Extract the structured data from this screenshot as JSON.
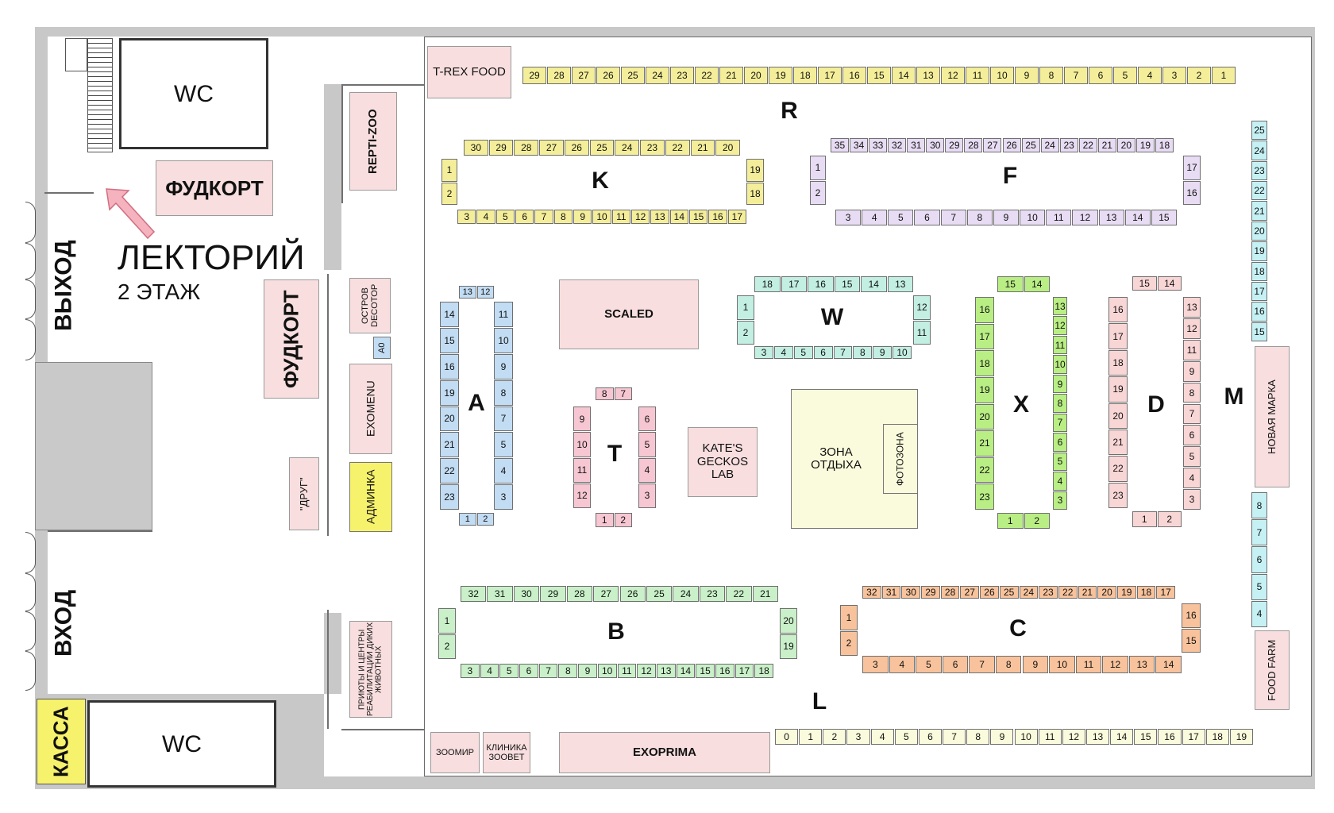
{
  "colors": {
    "wall": "#c8c8c8",
    "booth": "#f8dede",
    "yellow": "#f4ee9a",
    "lavender": "#e7dcf3",
    "blue": "#c2dcf3",
    "pink": "#f6c7d2",
    "teal": "#c3efe3",
    "green": "#b9ee84",
    "salmon": "#f9d6d6",
    "mint": "#c9f0c8",
    "orange": "#f8c39c",
    "cream": "#fafadc",
    "cyan": "#c6f1f4",
    "rest_zone": "#fafadc",
    "admin": "#f7f26b"
  },
  "labels": {
    "wc_top": "WC",
    "wc_bottom": "WC",
    "foodcourt_top": "ФУДКОРТ",
    "foodcourt_side": "ФУДКОРТ",
    "lecture": "ЛЕКТОРИЙ",
    "lecture_floor": "2 ЭТАЖ",
    "exit": "ВЫХОД",
    "entrance": "ВХОД",
    "kassa": "КАССА",
    "trex": "T-REX FOOD",
    "reptizoo": "REPTI-ZOO",
    "ostrov": "ОСТРОВ DECOTOP",
    "a0": "A0",
    "exomenu": "EXOMENU",
    "drug": "\"ДРУГ\"",
    "adminka": "АДМИНКА",
    "shelters": "ПРИЮТЫ И ЦЕНТРЫ РЕАБИЛИТАЦИИ ДИКИХ ЖИВОТНЫХ",
    "scaled": "SCALED",
    "kates": "KATE'S GECKOS LAB",
    "rest_zone": "ЗОНА ОТДЫХА",
    "photo_zone": "ФОТОЗОНА",
    "exoprima": "EXOPRIMA",
    "zoomir": "ЗООМИР",
    "klinika": "КЛИНИКА ЗООВЕТ",
    "nova_marka": "НОВАЯ МАРКА",
    "food_farm": "FOOD FARM"
  },
  "zones": {
    "R": "R",
    "K": "K",
    "F": "F",
    "A": "A",
    "T": "T",
    "W": "W",
    "X": "X",
    "D": "D",
    "M": "M",
    "B": "B",
    "C": "C",
    "L": "L"
  },
  "stalls": {
    "R": [
      "29",
      "28",
      "27",
      "26",
      "25",
      "24",
      "23",
      "22",
      "21",
      "20",
      "19",
      "18",
      "17",
      "16",
      "15",
      "14",
      "13",
      "12",
      "11",
      "10",
      "9",
      "8",
      "7",
      "6",
      "5",
      "4",
      "3",
      "2",
      "1"
    ],
    "K_top": [
      "30",
      "29",
      "28",
      "27",
      "26",
      "25",
      "24",
      "23",
      "22",
      "21",
      "20"
    ],
    "K_left": [
      "1",
      "2"
    ],
    "K_right": [
      "19",
      "18"
    ],
    "K_bottom": [
      "3",
      "4",
      "5",
      "6",
      "7",
      "8",
      "9",
      "10",
      "11",
      "12",
      "13",
      "14",
      "15",
      "16",
      "17"
    ],
    "F_top": [
      "35",
      "34",
      "33",
      "32",
      "31",
      "30",
      "29",
      "28",
      "27",
      "26",
      "25",
      "24",
      "23",
      "22",
      "21",
      "20",
      "19",
      "18"
    ],
    "F_left": [
      "1",
      "2"
    ],
    "F_right": [
      "17",
      "16"
    ],
    "F_bottom": [
      "3",
      "4",
      "5",
      "6",
      "7",
      "8",
      "9",
      "10",
      "11",
      "12",
      "13",
      "14",
      "15"
    ],
    "A_top": [
      "13",
      "12"
    ],
    "A_left": [
      "14",
      "15",
      "16",
      "19",
      "20",
      "21",
      "22",
      "23"
    ],
    "A_right": [
      "11",
      "10",
      "9",
      "8",
      "7",
      "5",
      "4",
      "3"
    ],
    "A_bottom": [
      "1",
      "2"
    ],
    "T_top": [
      "8",
      "7"
    ],
    "T_left": [
      "9",
      "10",
      "11",
      "12"
    ],
    "T_right": [
      "6",
      "5",
      "4",
      "3"
    ],
    "T_bottom": [
      "1",
      "2"
    ],
    "W_top": [
      "18",
      "17",
      "16",
      "15",
      "14",
      "13"
    ],
    "W_left": [
      "1",
      "2"
    ],
    "W_right": [
      "12",
      "11"
    ],
    "W_bottom": [
      "3",
      "4",
      "5",
      "6",
      "7",
      "8",
      "9",
      "10"
    ],
    "X_top": [
      "15",
      "14"
    ],
    "X_left": [
      "16",
      "17",
      "18",
      "19",
      "20",
      "21",
      "22",
      "23"
    ],
    "X_right": [
      "13",
      "12",
      "11",
      "10",
      "9",
      "8",
      "7",
      "6",
      "5",
      "4",
      "3"
    ],
    "X_bottom": [
      "1",
      "2"
    ],
    "D_top": [
      "15",
      "14"
    ],
    "D_left": [
      "16",
      "17",
      "18",
      "19",
      "20",
      "21",
      "22",
      "23"
    ],
    "D_right": [
      "13",
      "12",
      "11",
      "9",
      "8",
      "7",
      "6",
      "5",
      "4",
      "3"
    ],
    "D_bottom": [
      "1",
      "2"
    ],
    "M_top": [
      "25",
      "24",
      "23",
      "22",
      "21",
      "20",
      "19",
      "18",
      "17",
      "16",
      "15"
    ],
    "M_bottom": [
      "8",
      "7",
      "6",
      "5",
      "4"
    ],
    "B_top": [
      "32",
      "31",
      "30",
      "29",
      "28",
      "27",
      "26",
      "25",
      "24",
      "23",
      "22",
      "21"
    ],
    "B_left": [
      "1",
      "2"
    ],
    "B_right": [
      "20",
      "19"
    ],
    "B_bottom": [
      "3",
      "4",
      "5",
      "6",
      "7",
      "8",
      "9",
      "10",
      "11",
      "12",
      "13",
      "14",
      "15",
      "16",
      "17",
      "18"
    ],
    "C_top": [
      "32",
      "31",
      "30",
      "29",
      "28",
      "27",
      "26",
      "25",
      "24",
      "23",
      "22",
      "21",
      "20",
      "19",
      "18",
      "17"
    ],
    "C_left": [
      "1",
      "2"
    ],
    "C_right": [
      "16",
      "15"
    ],
    "C_bottom": [
      "3",
      "4",
      "5",
      "6",
      "7",
      "8",
      "9",
      "10",
      "11",
      "12",
      "13",
      "14"
    ],
    "L": [
      "0",
      "1",
      "2",
      "3",
      "4",
      "5",
      "6",
      "7",
      "8",
      "9",
      "10",
      "11",
      "12",
      "13",
      "14",
      "15",
      "16",
      "17",
      "18",
      "19"
    ]
  }
}
